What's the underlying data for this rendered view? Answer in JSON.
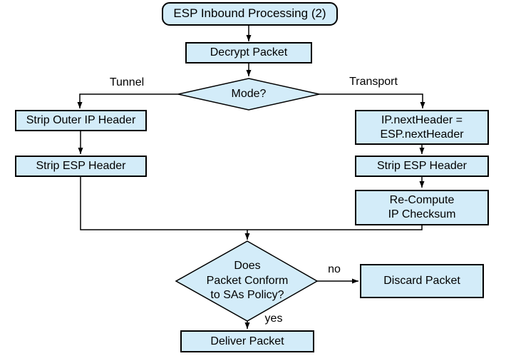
{
  "diagram": {
    "colors": {
      "node_fill": "#d3ecf9",
      "node_border": "#000000",
      "line_color": "#000000",
      "background": "#ffffff"
    },
    "nodes": {
      "start": "ESP Inbound Processing (2)",
      "decrypt": "Decrypt Packet",
      "mode_decision": "Mode?",
      "strip_outer_ip": "Strip Outer IP Header",
      "strip_esp_tunnel": "Strip ESP Header",
      "set_next_header": "IP.nextHeader =\nESP.nextHeader",
      "strip_esp_transport": "Strip ESP Header",
      "recompute_checksum": "Re-Compute\nIP Checksum",
      "policy_decision": "Does\nPacket Conform\nto SAs Policy?",
      "discard": "Discard Packet",
      "deliver": "Deliver Packet"
    },
    "edge_labels": {
      "tunnel": "Tunnel",
      "transport": "Transport",
      "no": "no",
      "yes": "yes"
    }
  }
}
